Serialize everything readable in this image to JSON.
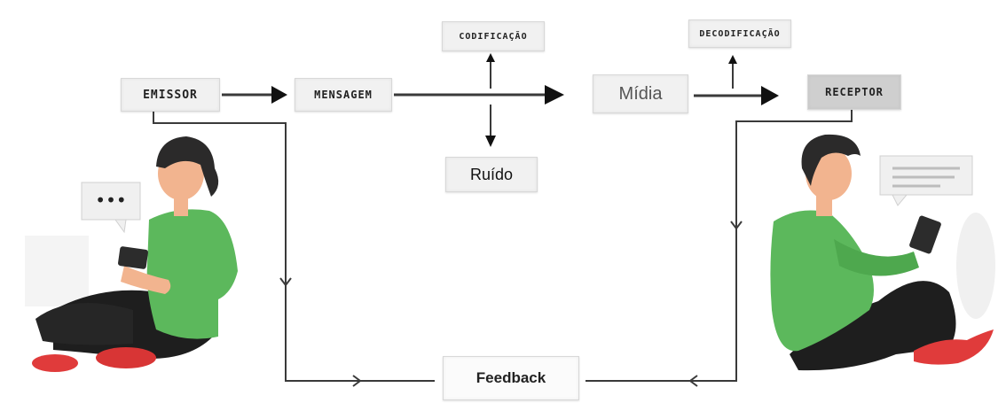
{
  "nodes": {
    "emissor": "EMISSOR",
    "mensagem": "MENSAGEM",
    "codificacao": "CODIFICAÇÃO",
    "midia": "Mídia",
    "decodificacao": "DECODIFICAÇÃO",
    "receptor": "RECEPTOR",
    "ruido": "Ruído",
    "feedback": "Feedback"
  },
  "bubbles": {
    "emissor_bubble": "•••"
  },
  "colors": {
    "line": "#3a3a3a",
    "shirt": "#5cb85c",
    "pants": "#1e1e1e",
    "shoes": "#e03b3b",
    "skin": "#f2b48f",
    "hair": "#2b2a2a"
  },
  "icons": [
    "speech-bubble-icon",
    "message-bubble-icon",
    "smartphone-icon"
  ]
}
